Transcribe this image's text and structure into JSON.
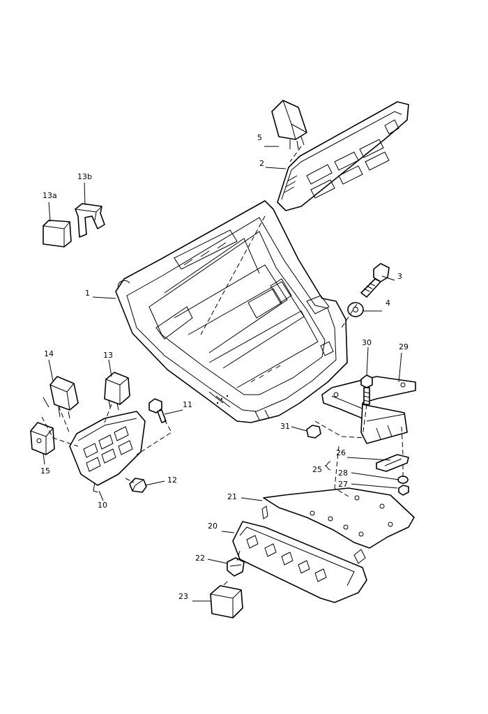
{
  "diagram": {
    "callouts": [
      {
        "id": "c1",
        "text": "1"
      },
      {
        "id": "c2",
        "text": "2"
      },
      {
        "id": "c3",
        "text": "3"
      },
      {
        "id": "c4",
        "text": "4"
      },
      {
        "id": "c5",
        "text": "5"
      },
      {
        "id": "c10",
        "text": "10"
      },
      {
        "id": "c11",
        "text": "11"
      },
      {
        "id": "c12",
        "text": "12"
      },
      {
        "id": "c13",
        "text": "13"
      },
      {
        "id": "c13a",
        "text": "13a"
      },
      {
        "id": "c13b",
        "text": "13b"
      },
      {
        "id": "c14",
        "text": "14"
      },
      {
        "id": "c15",
        "text": "15"
      },
      {
        "id": "c20",
        "text": "20"
      },
      {
        "id": "c21",
        "text": "21"
      },
      {
        "id": "c22",
        "text": "22"
      },
      {
        "id": "c23",
        "text": "23"
      },
      {
        "id": "c25",
        "text": "25"
      },
      {
        "id": "c26",
        "text": "26"
      },
      {
        "id": "c27",
        "text": "27"
      },
      {
        "id": "c28",
        "text": "28"
      },
      {
        "id": "c29",
        "text": "29"
      },
      {
        "id": "c30",
        "text": "30"
      },
      {
        "id": "c31",
        "text": "31"
      }
    ]
  }
}
